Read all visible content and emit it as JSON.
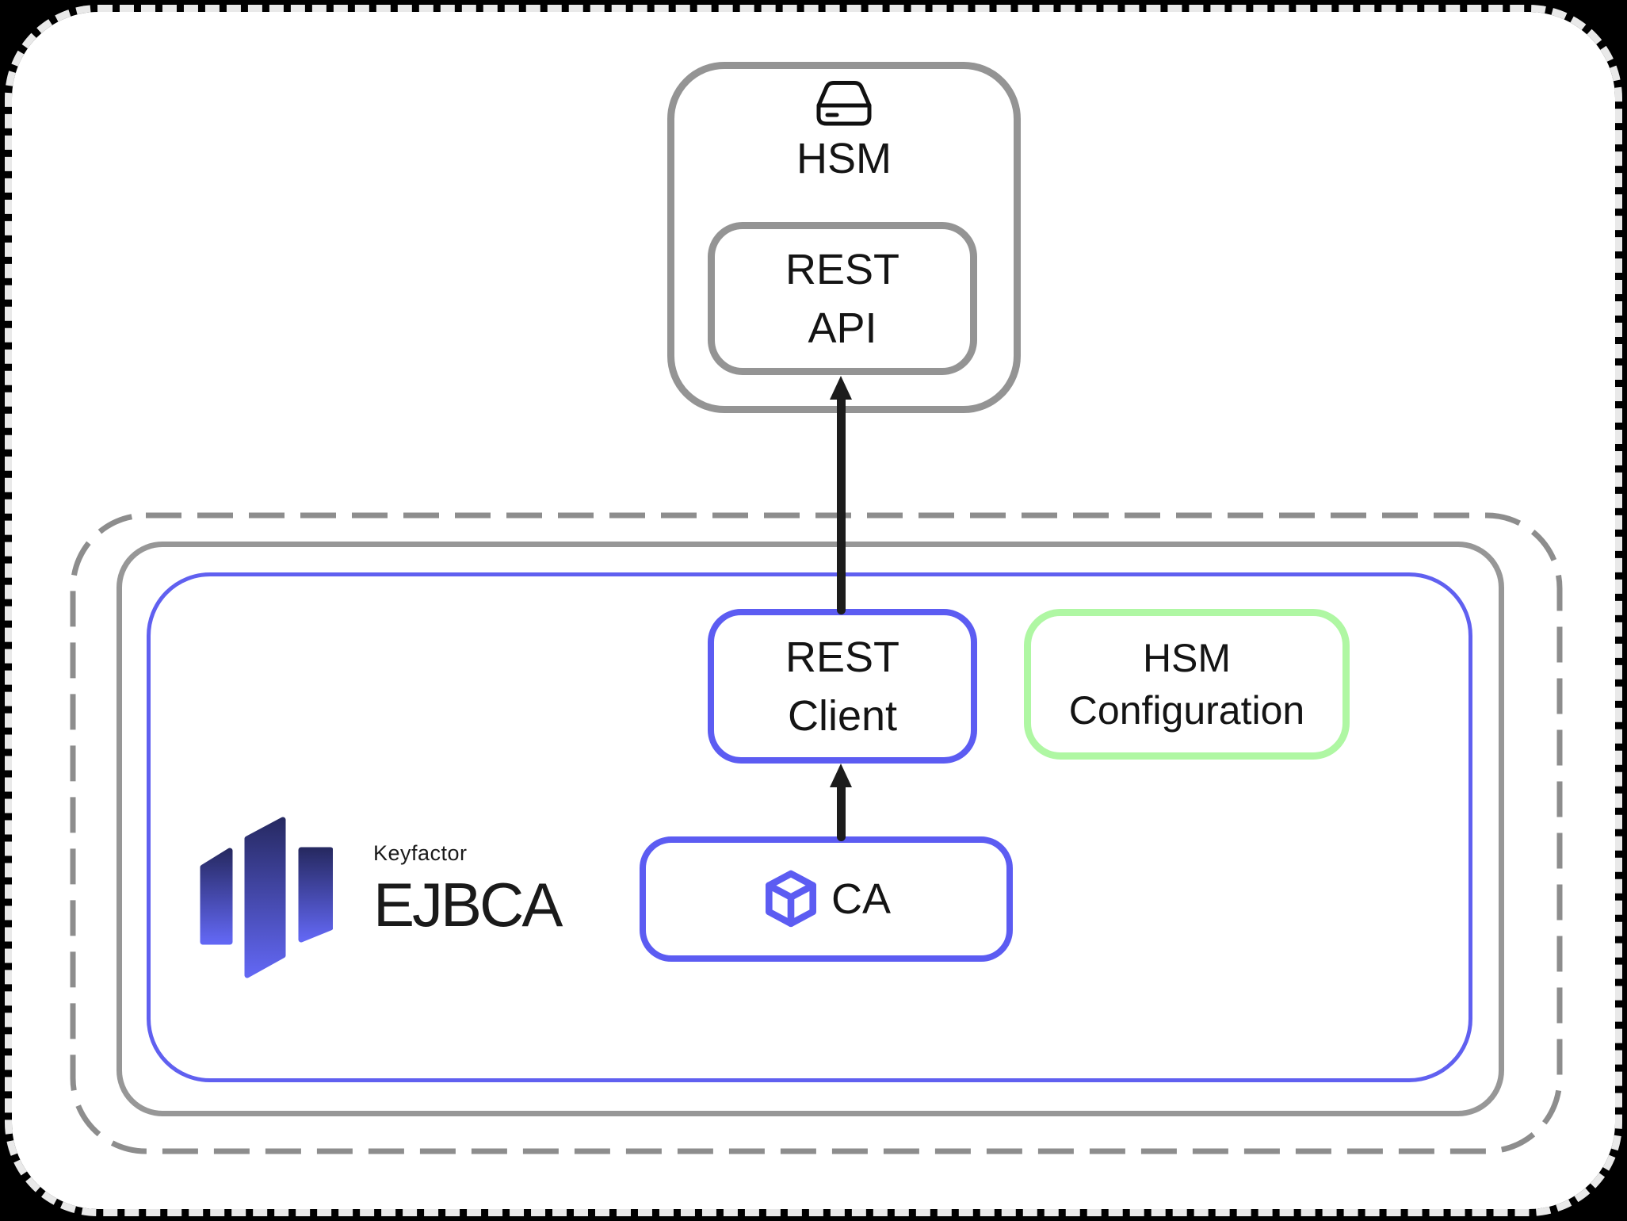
{
  "diagram": {
    "hsm_node": {
      "label": "HSM",
      "icon": "drive-icon"
    },
    "rest_api_node": {
      "line1": "REST",
      "line2": "API"
    },
    "rest_client_node": {
      "line1": "REST",
      "line2": "Client"
    },
    "hsm_config_node": {
      "line1": "HSM",
      "line2": "Configuration"
    },
    "ca_node": {
      "label": "CA",
      "icon": "cube-icon"
    },
    "logo": {
      "brand": "Keyfactor",
      "product": "EJBCA"
    },
    "colors": {
      "box_gray": "#949494",
      "box_blue": "#5c5cf2",
      "box_green": "#aff7a3",
      "dashed_container_gray": "#8d8d8d",
      "arrow_black": "#1c1c1c",
      "logo_gradient_top": "#272a63",
      "logo_gradient_bottom": "#6267f3",
      "page_background": "#ffffff",
      "canvas_background": "#000000"
    }
  }
}
